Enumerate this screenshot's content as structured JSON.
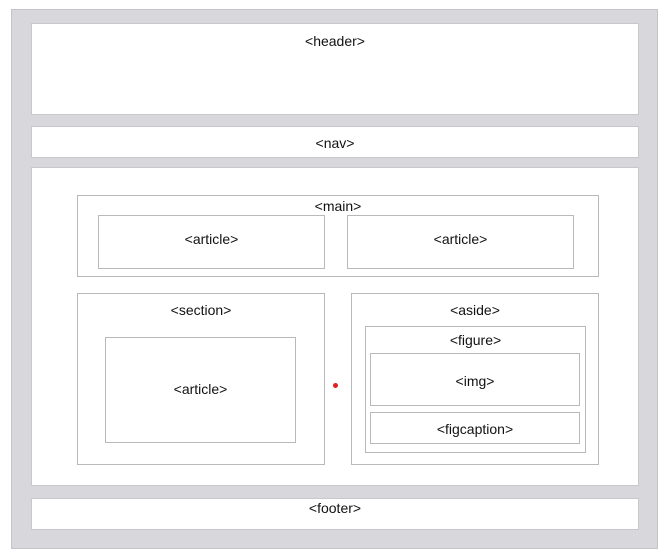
{
  "labels": {
    "header": "<header>",
    "nav": "<nav>",
    "main": "<main>",
    "article": "<article>",
    "section": "<section>",
    "aside": "<aside>",
    "figure": "<figure>",
    "img": "<img>",
    "figcaption": "<figcaption>",
    "footer": "<footer>"
  },
  "colors": {
    "frame_background": "#d8d8dc",
    "box_background": "#ffffff",
    "box_border": "#b9b9bd",
    "marker": "#e02020"
  }
}
